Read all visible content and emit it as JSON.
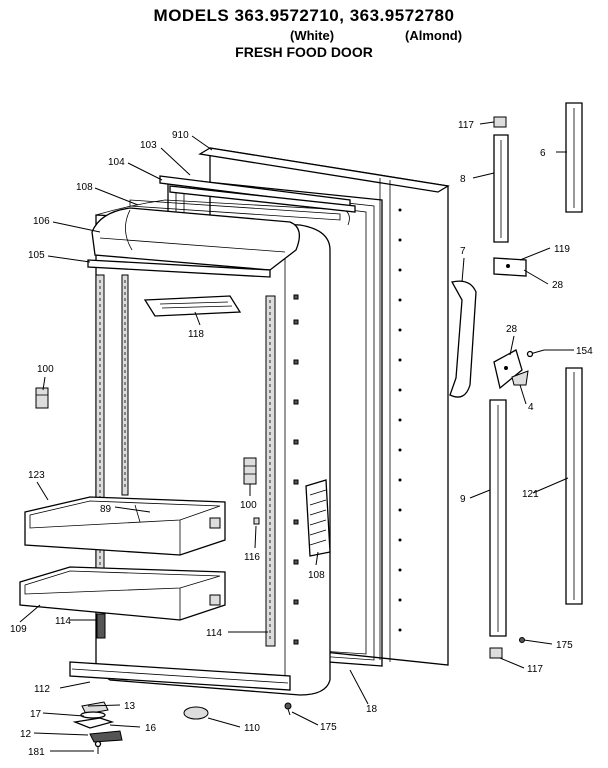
{
  "header": {
    "title": "MODELS 363.9572710, 363.9572780",
    "color_white": "(White)",
    "color_almond": "(Almond)",
    "subtitle": "FRESH FOOD DOOR"
  },
  "callouts": {
    "p910": "910",
    "p103": "103",
    "p104": "104",
    "p108a": "108",
    "p106": "106",
    "p105": "105",
    "p118": "118",
    "p100a": "100",
    "p123": "123",
    "p89": "89",
    "p100b": "100",
    "p116": "116",
    "p108b": "108",
    "p109": "109",
    "p114a": "114",
    "p114b": "114",
    "p112": "112",
    "p13": "13",
    "p17": "17",
    "p16": "16",
    "p12": "12",
    "p181": "181",
    "p110": "110",
    "p175a": "175",
    "p18": "18",
    "p117a": "117",
    "p6": "6",
    "p8": "8",
    "p7": "7",
    "p119": "119",
    "p28a": "28",
    "p28b": "28",
    "p154": "154",
    "p4": "4",
    "p9": "9",
    "p121": "121",
    "p175b": "175",
    "p117b": "117"
  }
}
